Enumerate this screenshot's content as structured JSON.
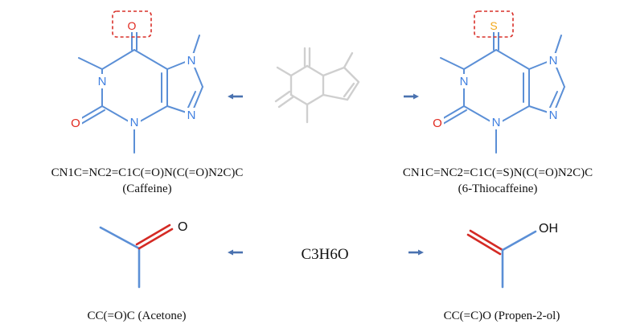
{
  "colors": {
    "bond": "#5b8fd6",
    "nitrogen": "#3f7fe0",
    "oxygen": "#e0281e",
    "sulfur": "#f2a81a",
    "highlight": "#d9302a",
    "core": "#cfcfcf",
    "arrow": "#4a72b0",
    "alkene": "#d42a24",
    "text": "#111111"
  },
  "caffeine": {
    "atoms": {
      "n": "N",
      "o": "O"
    },
    "smiles": "CN1C=NC2=C1C(=O)N(C(=O)N2C)C",
    "name": "(Caffeine)"
  },
  "thiocaffeine": {
    "atoms": {
      "n": "N",
      "o": "O",
      "s": "S"
    },
    "smiles": "CN1C=NC2=C1C(=S)N(C(=O)N2C)C",
    "name": "(6-Thiocaffeine)"
  },
  "acetone": {
    "atom": "O",
    "label": "CC(=O)C  (Acetone)"
  },
  "propenol": {
    "atom": "OH",
    "label": "CC(=C)O (Propen-2-ol)"
  },
  "center_formula": "C3H6O"
}
